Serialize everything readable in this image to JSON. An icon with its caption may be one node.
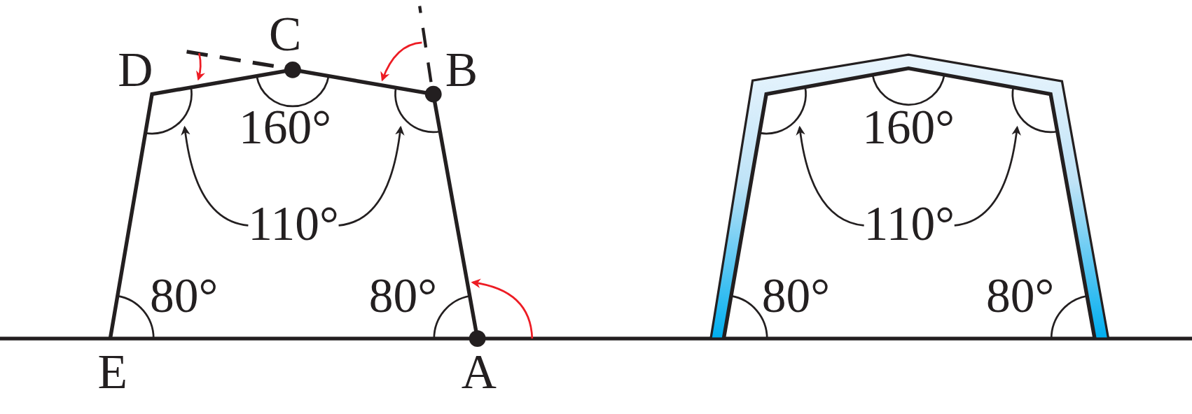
{
  "diagram": {
    "nodes": [
      {
        "text": [],
        "shape": "arc"
      },
      {
        "text": [],
        "shape": "arc"
      },
      {
        "text": [],
        "shape": "arc"
      },
      {
        "text": [],
        "shape": "arc"
      },
      {
        "text": [
          "110°"
        ]
      },
      {
        "text": [
          "110°"
        ]
      }
    ],
    "edges": [
      {
        "from": 4,
        "to": 0,
        "arrow": "to"
      },
      {
        "from": 4,
        "to": 1,
        "arrow": "to"
      },
      {
        "from": 5,
        "to": 2,
        "arrow": "to"
      },
      {
        "from": 5,
        "to": 3,
        "arrow": "to"
      }
    ],
    "labels": [
      "C",
      "D",
      "B",
      "160°",
      "160°",
      "80°",
      "80°",
      "80°",
      "80°",
      "E",
      "A"
    ]
  }
}
